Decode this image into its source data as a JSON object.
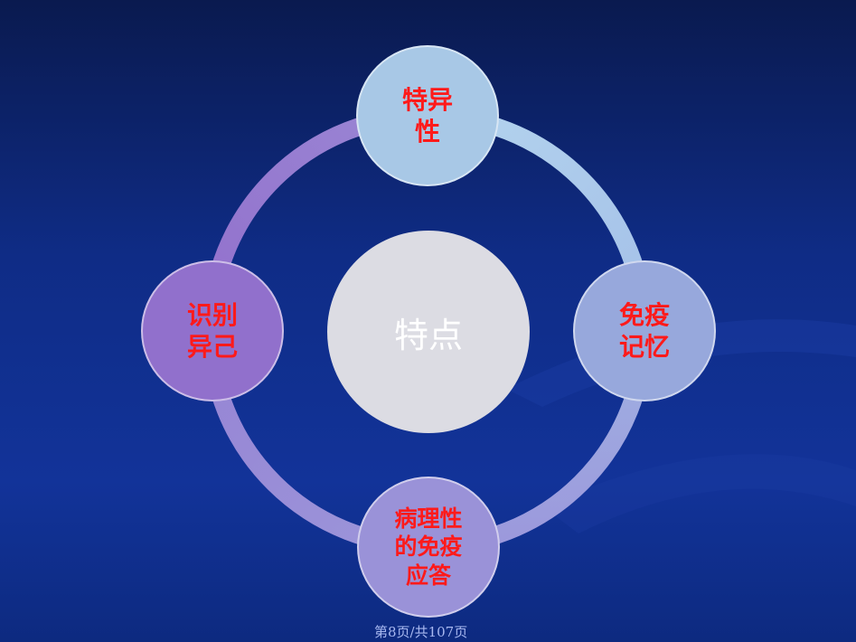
{
  "diagram": {
    "center": {
      "label": "特点"
    },
    "nodes": [
      {
        "id": "top",
        "label": "特异\n性",
        "color": "#a8c8e6"
      },
      {
        "id": "right",
        "label": "免疫\n记忆",
        "color": "#97a8dc"
      },
      {
        "id": "bottom",
        "label": "病理性\n的免疫\n应答",
        "color": "#9a92d8"
      },
      {
        "id": "left",
        "label": "识别\n异己",
        "color": "#9170cc"
      }
    ]
  },
  "footer": {
    "page_text": "第8页/共107页"
  },
  "colors": {
    "background": "#0f2c86",
    "node_label": "#ff1a1a",
    "center_fill": "#dcdce3"
  }
}
